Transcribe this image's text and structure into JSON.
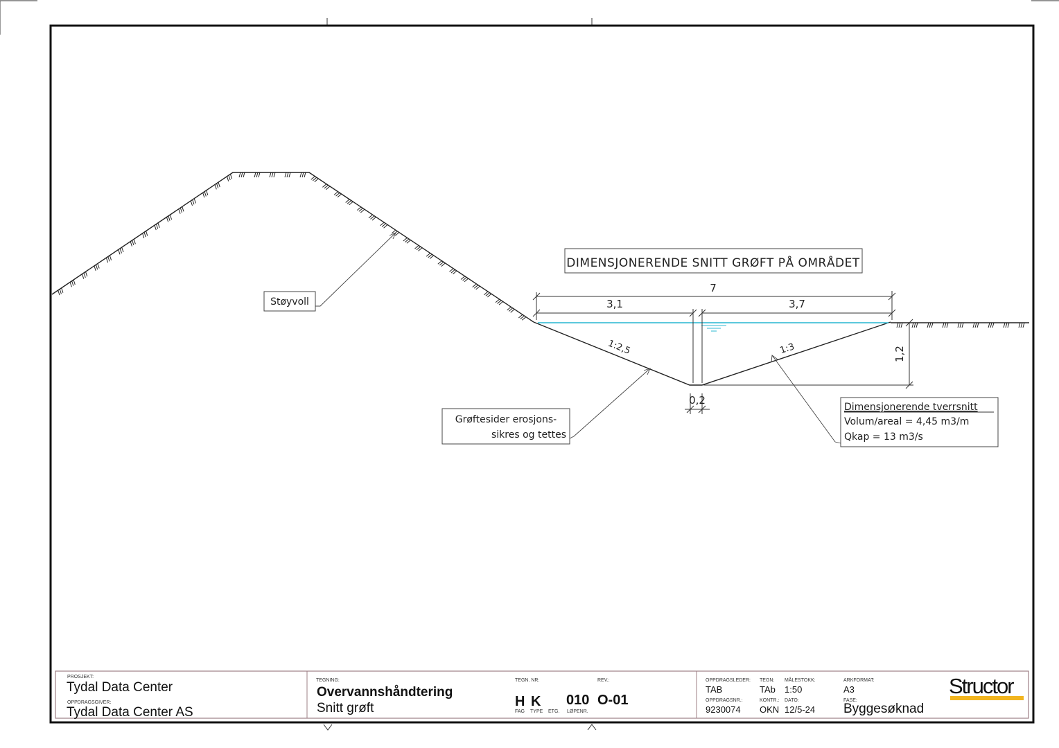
{
  "drawing": {
    "heading": "DIMENSJONERENDE SNITT GRØFT PÅ OMRÅDET",
    "labels": {
      "embankment": "Støyvoll",
      "ditch_sides_line1": "Grøftesider erosjons-",
      "ditch_sides_line2": "sikres og tettes",
      "section_title": "Dimensjonerende tverrsnitt",
      "section_volume": "Volum/areal = 4,45 m3/m",
      "section_capacity": "Qkap = 13 m3/s"
    },
    "dimensions": {
      "total_width": "7",
      "left_width": "3,1",
      "right_width": "3,7",
      "depth": "1,2",
      "bottom_width": "0,2",
      "left_slope": "1:2,5",
      "right_slope": "1:3"
    },
    "colors": {
      "water_line": "#5bc8dc",
      "frame": "#111111",
      "titleblock_border": "#9c7f86",
      "logo_bar": "#f2b51f"
    }
  },
  "titleblock": {
    "project_label": "PROSJEKT:",
    "project": "Tydal Data Center",
    "client_label": "OPPDRAGSGIVER:",
    "client": "Tydal Data Center AS",
    "drawing_label": "TEGNING:",
    "drawing_title": "Overvannshåndtering",
    "drawing_subtitle": "Snitt grøft",
    "drawing_no_label": "TEGN. NR:",
    "rev_label": "REV.:",
    "fag": "H",
    "type": "K",
    "lopenr": "010",
    "rev": "O-01",
    "fag_label": "FAG",
    "type_label": "TYPE",
    "etg_label": "ETG.",
    "lopenr_label": "LØPENR.",
    "manager_label": "OPPDRAGSLEDER:",
    "manager": "TAB",
    "drawn_label": "TEGN:",
    "drawn": "TAb",
    "scale_label": "MÅLESTOKK:",
    "scale": "1:50",
    "format_label": "ARKFORMAT:",
    "format": "A3",
    "job_no_label": "OPPDRAGSNR.:",
    "job_no": "9230074",
    "checked_label": "KONTR.:",
    "checked": "OKN",
    "date_label": "DATO:",
    "date": "12/5-24",
    "phase_label": "FASE:",
    "phase": "Byggesøknad",
    "logo": "Structor"
  }
}
